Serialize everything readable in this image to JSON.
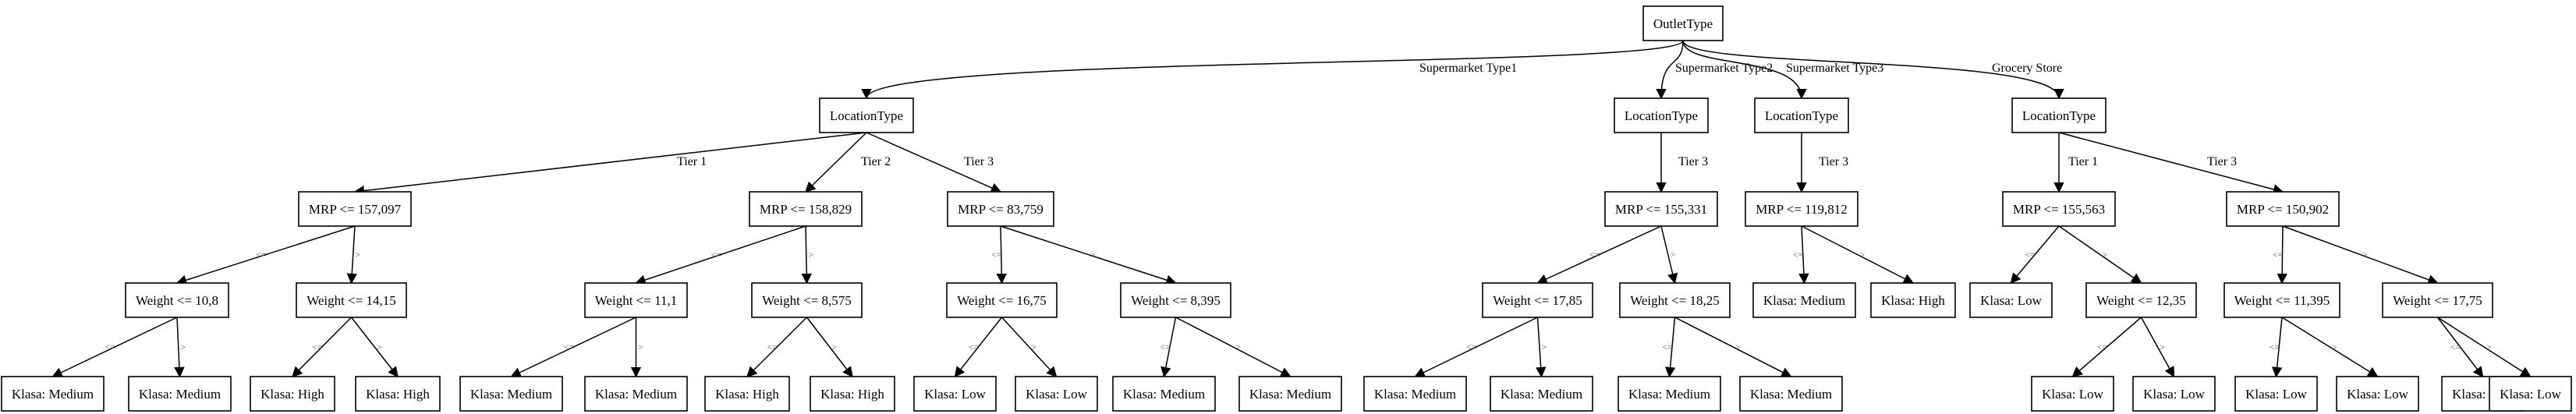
{
  "tree": {
    "root": "OutletType",
    "nodes": [
      {
        "id": "root",
        "label": "OutletType"
      },
      {
        "id": "lt1",
        "label": "LocationType"
      },
      {
        "id": "lt2",
        "label": "LocationType"
      },
      {
        "id": "lt3",
        "label": "LocationType"
      },
      {
        "id": "lt4",
        "label": "LocationType"
      },
      {
        "id": "m1",
        "label": "MRP <= 157,097"
      },
      {
        "id": "m2",
        "label": "MRP <= 158,829"
      },
      {
        "id": "m3",
        "label": "MRP <= 83,759"
      },
      {
        "id": "m4",
        "label": "MRP <= 155,331"
      },
      {
        "id": "m5",
        "label": "MRP <= 119,812"
      },
      {
        "id": "m6",
        "label": "MRP <= 155,563"
      },
      {
        "id": "m7",
        "label": "MRP <= 150,902"
      },
      {
        "id": "w1",
        "label": "Weight <= 10,8"
      },
      {
        "id": "w2",
        "label": "Weight <= 14,15"
      },
      {
        "id": "w3",
        "label": "Weight <= 11,1"
      },
      {
        "id": "w4",
        "label": "Weight <= 8,575"
      },
      {
        "id": "w5",
        "label": "Weight <= 16,75"
      },
      {
        "id": "w6",
        "label": "Weight <= 8,395"
      },
      {
        "id": "w7",
        "label": "Weight <= 17,85"
      },
      {
        "id": "w8",
        "label": "Weight <= 18,25"
      },
      {
        "id": "k5a",
        "label": "Klasa: Medium"
      },
      {
        "id": "k5b",
        "label": "Klasa: High"
      },
      {
        "id": "k6a",
        "label": "Klasa: Low"
      },
      {
        "id": "w9",
        "label": "Weight <= 12,35"
      },
      {
        "id": "w10",
        "label": "Weight <= 11,395"
      },
      {
        "id": "w11",
        "label": "Weight <= 17,75"
      },
      {
        "id": "k1",
        "label": "Klasa: Medium"
      },
      {
        "id": "k2",
        "label": "Klasa: Medium"
      },
      {
        "id": "k3",
        "label": "Klasa: High"
      },
      {
        "id": "k4",
        "label": "Klasa: High"
      },
      {
        "id": "k7",
        "label": "Klasa: Medium"
      },
      {
        "id": "k8",
        "label": "Klasa: Medium"
      },
      {
        "id": "k9",
        "label": "Klasa: High"
      },
      {
        "id": "k10",
        "label": "Klasa: High"
      },
      {
        "id": "k11",
        "label": "Klasa: Low"
      },
      {
        "id": "k12",
        "label": "Klasa: Low"
      },
      {
        "id": "k13",
        "label": "Klasa: Medium"
      },
      {
        "id": "k14",
        "label": "Klasa: Medium"
      },
      {
        "id": "k15",
        "label": "Klasa: Medium"
      },
      {
        "id": "k16",
        "label": "Klasa: Medium"
      },
      {
        "id": "k17",
        "label": "Klasa: Medium"
      },
      {
        "id": "k18",
        "label": "Klasa: Medium"
      },
      {
        "id": "k19",
        "label": "Klasa: Low"
      },
      {
        "id": "k20",
        "label": "Klasa: Low"
      },
      {
        "id": "k21",
        "label": "Klasa: Low"
      },
      {
        "id": "k22",
        "label": "Klasa: Low"
      },
      {
        "id": "k23",
        "label": "Klasa: Low"
      },
      {
        "id": "k24",
        "label": "Klasa: Low"
      }
    ],
    "edges": [
      {
        "from": "root",
        "to": "lt1",
        "label": "Supermarket Type1"
      },
      {
        "from": "root",
        "to": "lt2",
        "label": "Supermarket Type2"
      },
      {
        "from": "root",
        "to": "lt3",
        "label": "Supermarket Type3"
      },
      {
        "from": "root",
        "to": "lt4",
        "label": "Grocery Store"
      },
      {
        "from": "lt1",
        "to": "m1",
        "label": "Tier 1"
      },
      {
        "from": "lt1",
        "to": "m2",
        "label": "Tier 2"
      },
      {
        "from": "lt1",
        "to": "m3",
        "label": "Tier 3"
      },
      {
        "from": "lt2",
        "to": "m4",
        "label": "Tier 3"
      },
      {
        "from": "lt3",
        "to": "m5",
        "label": "Tier 3"
      },
      {
        "from": "lt4",
        "to": "m6",
        "label": "Tier 1"
      },
      {
        "from": "lt4",
        "to": "m7",
        "label": "Tier 3"
      },
      {
        "from": "m1",
        "to": "w1",
        "label": "<="
      },
      {
        "from": "m1",
        "to": "w2",
        "label": ">"
      },
      {
        "from": "m2",
        "to": "w3",
        "label": "<="
      },
      {
        "from": "m2",
        "to": "w4",
        "label": ">"
      },
      {
        "from": "m3",
        "to": "w5",
        "label": "<="
      },
      {
        "from": "m3",
        "to": "w6",
        "label": ">"
      },
      {
        "from": "m4",
        "to": "w7",
        "label": "<="
      },
      {
        "from": "m4",
        "to": "w8",
        "label": ">"
      },
      {
        "from": "m5",
        "to": "k5a",
        "label": "<="
      },
      {
        "from": "m5",
        "to": "k5b",
        "label": ">"
      },
      {
        "from": "m6",
        "to": "k6a",
        "label": "<="
      },
      {
        "from": "m6",
        "to": "w9",
        "label": ">"
      },
      {
        "from": "m7",
        "to": "w10",
        "label": "<="
      },
      {
        "from": "m7",
        "to": "w11",
        "label": ">"
      },
      {
        "from": "w1",
        "to": "k1",
        "label": "<="
      },
      {
        "from": "w1",
        "to": "k2",
        "label": ">"
      },
      {
        "from": "w2",
        "to": "k3",
        "label": "<="
      },
      {
        "from": "w2",
        "to": "k4",
        "label": ">"
      },
      {
        "from": "w3",
        "to": "k7",
        "label": "<="
      },
      {
        "from": "w3",
        "to": "k8",
        "label": ">"
      },
      {
        "from": "w4",
        "to": "k9",
        "label": "<="
      },
      {
        "from": "w4",
        "to": "k10",
        "label": ">"
      },
      {
        "from": "w5",
        "to": "k11",
        "label": "<="
      },
      {
        "from": "w5",
        "to": "k12",
        "label": ">"
      },
      {
        "from": "w6",
        "to": "k13",
        "label": "<="
      },
      {
        "from": "w6",
        "to": "k14",
        "label": ">"
      },
      {
        "from": "w7",
        "to": "k15",
        "label": "<="
      },
      {
        "from": "w7",
        "to": "k16",
        "label": ">"
      },
      {
        "from": "w8",
        "to": "k17",
        "label": "<="
      },
      {
        "from": "w8",
        "to": "k18",
        "label": ">"
      },
      {
        "from": "w9",
        "to": "k19",
        "label": "<="
      },
      {
        "from": "w9",
        "to": "k20",
        "label": ">"
      },
      {
        "from": "w10",
        "to": "k21",
        "label": "<="
      },
      {
        "from": "w10",
        "to": "k22",
        "label": ">"
      },
      {
        "from": "w11",
        "to": "k23",
        "label": "<="
      },
      {
        "from": "w11",
        "to": "k24",
        "label": ">"
      }
    ]
  }
}
